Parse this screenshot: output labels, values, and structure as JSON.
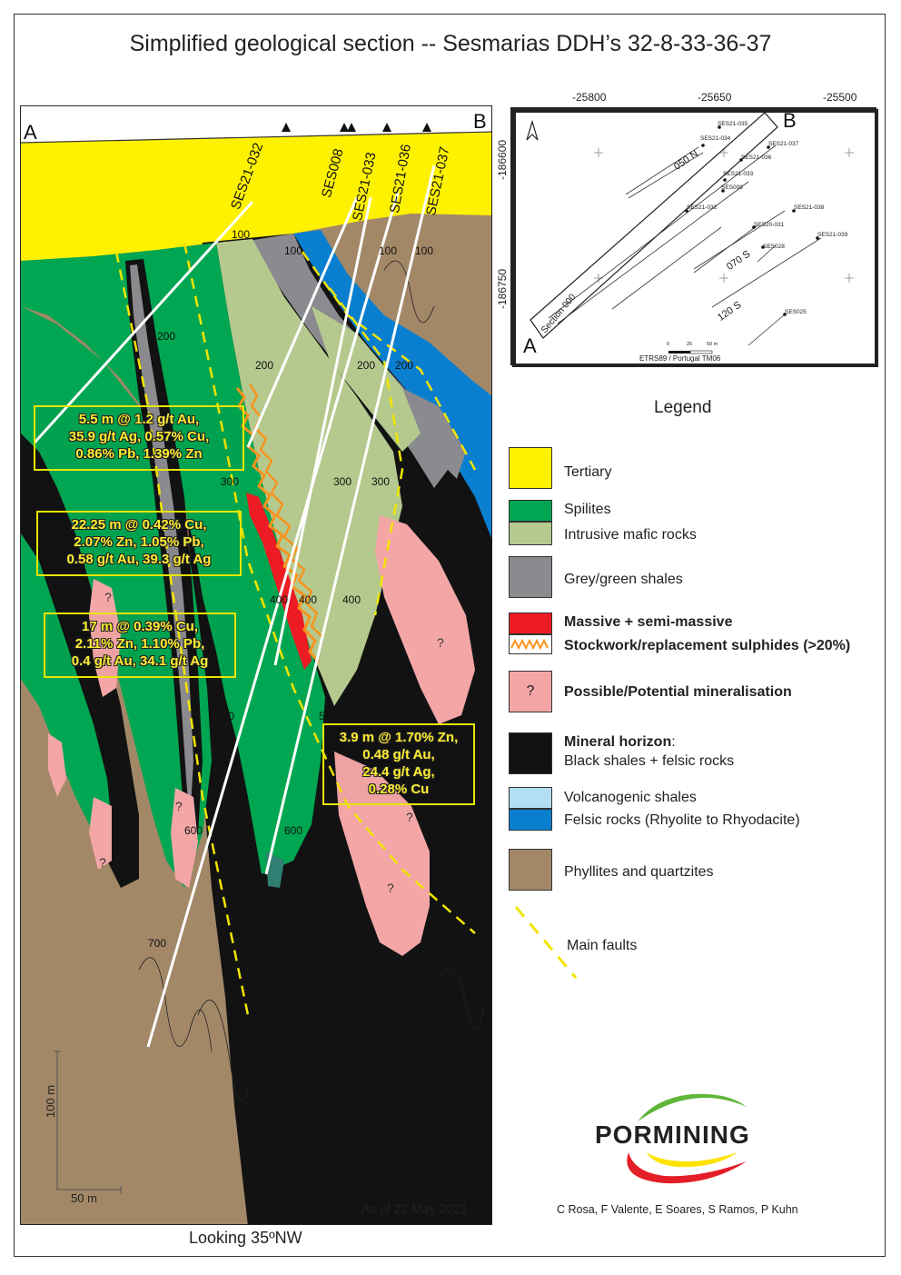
{
  "title": "Simplified geological section -- Sesmarias DDH’s 32-8-33-36-37",
  "section": {
    "end_a": "A",
    "end_b": "B",
    "holes": [
      "SES21-032",
      "SES008",
      "SES21-033",
      "SES21-036",
      "SES21-037"
    ],
    "depths": [
      "100",
      "100",
      "100",
      "100",
      "200",
      "200",
      "200",
      "200",
      "300",
      "300",
      "300",
      "400",
      "400",
      "400",
      "500",
      "500",
      "600",
      "600",
      "700"
    ],
    "question_marks": [
      "?",
      "?",
      "?",
      "?",
      "?",
      "?"
    ],
    "looking": "Looking 35ºNW",
    "as_of": "As of 22 May 2021",
    "scale_vertical": "100 m",
    "scale_horizontal": "50 m"
  },
  "intercepts": [
    {
      "line1": "5.5 m @ 1.2 g/t Au,",
      "line2": "35.9 g/t Ag, 0.57% Cu,",
      "line3": "0.86% Pb, 1.39% Zn"
    },
    {
      "line1": "22.25 m @ 0.42% Cu,",
      "line2": "2.07% Zn, 1.05% Pb,",
      "line3": "0.58 g/t Au, 39.3 g/t Ag"
    },
    {
      "line1": "17 m @ 0.39% Cu,",
      "line2": "2.11% Zn, 1.10% Pb,",
      "line3": "0.4 g/t Au, 34.1 g/t Ag"
    },
    {
      "line1": "3.9 m @ 1.70% Zn,",
      "line2": "0.48 g/t Au,",
      "line3": "24.4 g/t Ag,",
      "line4": "0.28% Cu"
    }
  ],
  "inset_map": {
    "x_ticks": [
      "-25800",
      "-25650",
      "-25500"
    ],
    "y_ticks": [
      "-186600",
      "-186750"
    ],
    "end_a": "A",
    "end_b": "B",
    "holes": [
      "SES21-035",
      "SES21-034",
      "SES21-037",
      "SES21-036",
      "SES21-033",
      "SES008",
      "SES21-032",
      "SES21-038",
      "SES20-031",
      "SES21-039",
      "SES028",
      "SES025"
    ],
    "sections": [
      "050 N",
      "070 S",
      "120 S",
      "Section 000"
    ],
    "scale_labels": [
      "0",
      "25",
      "50 m"
    ],
    "crs": "ETRS89 / Portugal TM06"
  },
  "legend": {
    "title": "Legend",
    "items": [
      {
        "label": "Tertiary",
        "color": "#fff200"
      },
      {
        "label": "Spilites",
        "color": "#00a651"
      },
      {
        "label": "Intrusive mafic rocks",
        "color": "#b5c98e"
      },
      {
        "label": "Grey/green shales",
        "color": "#8a8a8f"
      },
      {
        "label": "Massive + semi-massive",
        "color": "#ed1c24"
      },
      {
        "label": "Stockwork/replacement sulphides (>20%)",
        "color": "#f7941d"
      },
      {
        "label": "Possible/Potential mineralisation",
        "color": "#f4a6a6",
        "symbol": "?"
      },
      {
        "label": "Mineral horizon",
        "sublabel": ":",
        "label2": "Black shales + felsic rocks",
        "color": "#111111"
      },
      {
        "label": "Volcanogenic shales",
        "color": "#b3dff5"
      },
      {
        "label": "Felsic rocks (Rhyolite to Rhyodacite)",
        "color": "#0a7fd0"
      },
      {
        "label": "Phyllites and quartzites",
        "color": "#a38868"
      },
      {
        "label": "Main faults",
        "color": "#f2e400"
      }
    ]
  },
  "logo": {
    "name": "PORMINING"
  },
  "authors": "C Rosa, F Valente, E Soares, S Ramos, P Kuhn"
}
